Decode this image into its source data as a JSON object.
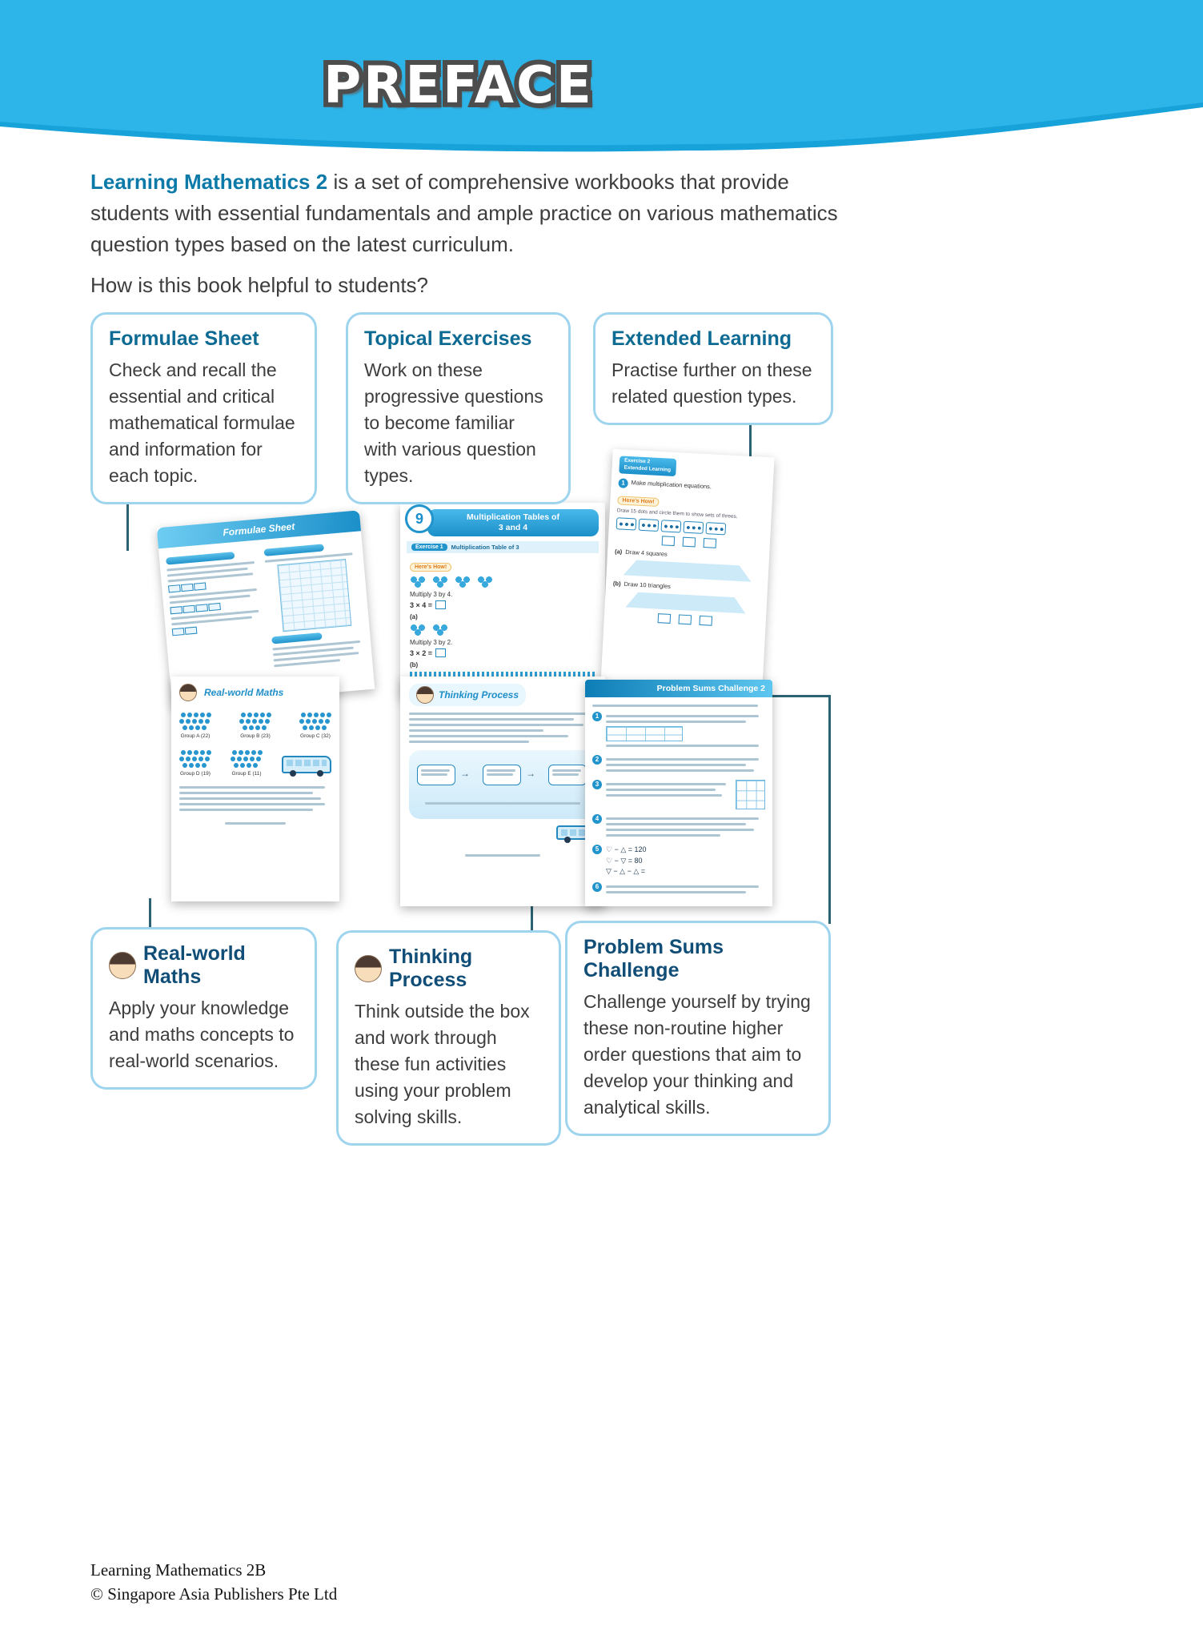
{
  "colors": {
    "banner_blue": "#2db4e8",
    "accent_blue": "#0c7aa8",
    "top_callout_title": "#0d6a93",
    "bottom_callout_title": "#114e77",
    "box_border": "#9fd4ee",
    "connector": "#2b6374",
    "body_text": "#3d3d3d"
  },
  "page": {
    "title": "PREFACE",
    "footer_line1": "Learning Mathematics 2B",
    "footer_line2": "© Singapore Asia Publishers Pte Ltd"
  },
  "intro": {
    "lead": "Learning Mathematics 2",
    "rest": "is a set of comprehensive workbooks that provide students with essential fundamentals and ample practice on various mathematics question types based on the latest curriculum.",
    "question": "How is this book helpful to students?"
  },
  "callouts_top": [
    {
      "title": "Formulae Sheet",
      "body": "Check and recall the essential and critical mathematical formulae and information for each topic."
    },
    {
      "title": "Topical Exercises",
      "body": "Work on these progressive questions to become familiar with various question types."
    },
    {
      "title": "Extended Learning",
      "body": "Practise further on these related question types."
    }
  ],
  "callouts_bottom": [
    {
      "title": "Real-world Maths",
      "body": "Apply your knowledge and maths concepts to real-world scenarios."
    },
    {
      "title": "Thinking Process",
      "body": "Think outside the box and work through these fun activities using your problem solving skills."
    },
    {
      "title": "Problem Sums Challenge",
      "body": "Challenge yourself by trying these non-routine higher order questions that aim to develop your thinking and analytical skills."
    }
  ],
  "thumbs": {
    "formulae": {
      "title": "Formulae Sheet"
    },
    "topical": {
      "badge": "9",
      "title_line1": "Multiplication Tables of",
      "title_line2": "3 and 4",
      "exercise_tab": "Exercise 1",
      "exercise_name": "Multiplication Table of 3",
      "heres_how": "Here's How!",
      "step1": "Multiply 3 by 4.",
      "eq1": "3 × 4 =",
      "item_a": "(a)",
      "step2": "Multiply 3 by 2.",
      "eq2": "3 × 2 =",
      "item_b": "(b)"
    },
    "extended": {
      "tab_line1": "Exercise 2",
      "tab_line2": "Extended Learning",
      "q1": "Make multiplication equations.",
      "heres_how": "Here's How!",
      "caption": "Draw 15 dots and circle them to show sets of threes.",
      "item_a": "(a)",
      "item_a_text": "Draw 4 squares",
      "item_b": "(b)",
      "item_b_text": "Draw 10 triangles"
    },
    "real": {
      "title": "Real-world Maths",
      "groups": [
        "Group A (22)",
        "Group B (23)",
        "Group C (32)",
        "Group D (19)",
        "Group E (11)"
      ]
    },
    "thinking": {
      "title": "Thinking Process"
    },
    "problem": {
      "title": "Problem Sums Challenge 2",
      "sym1": "♡ − △ = 120",
      "sym2": "♡ − ▽ = 80",
      "sym3": "▽ − △ − △ ="
    }
  }
}
